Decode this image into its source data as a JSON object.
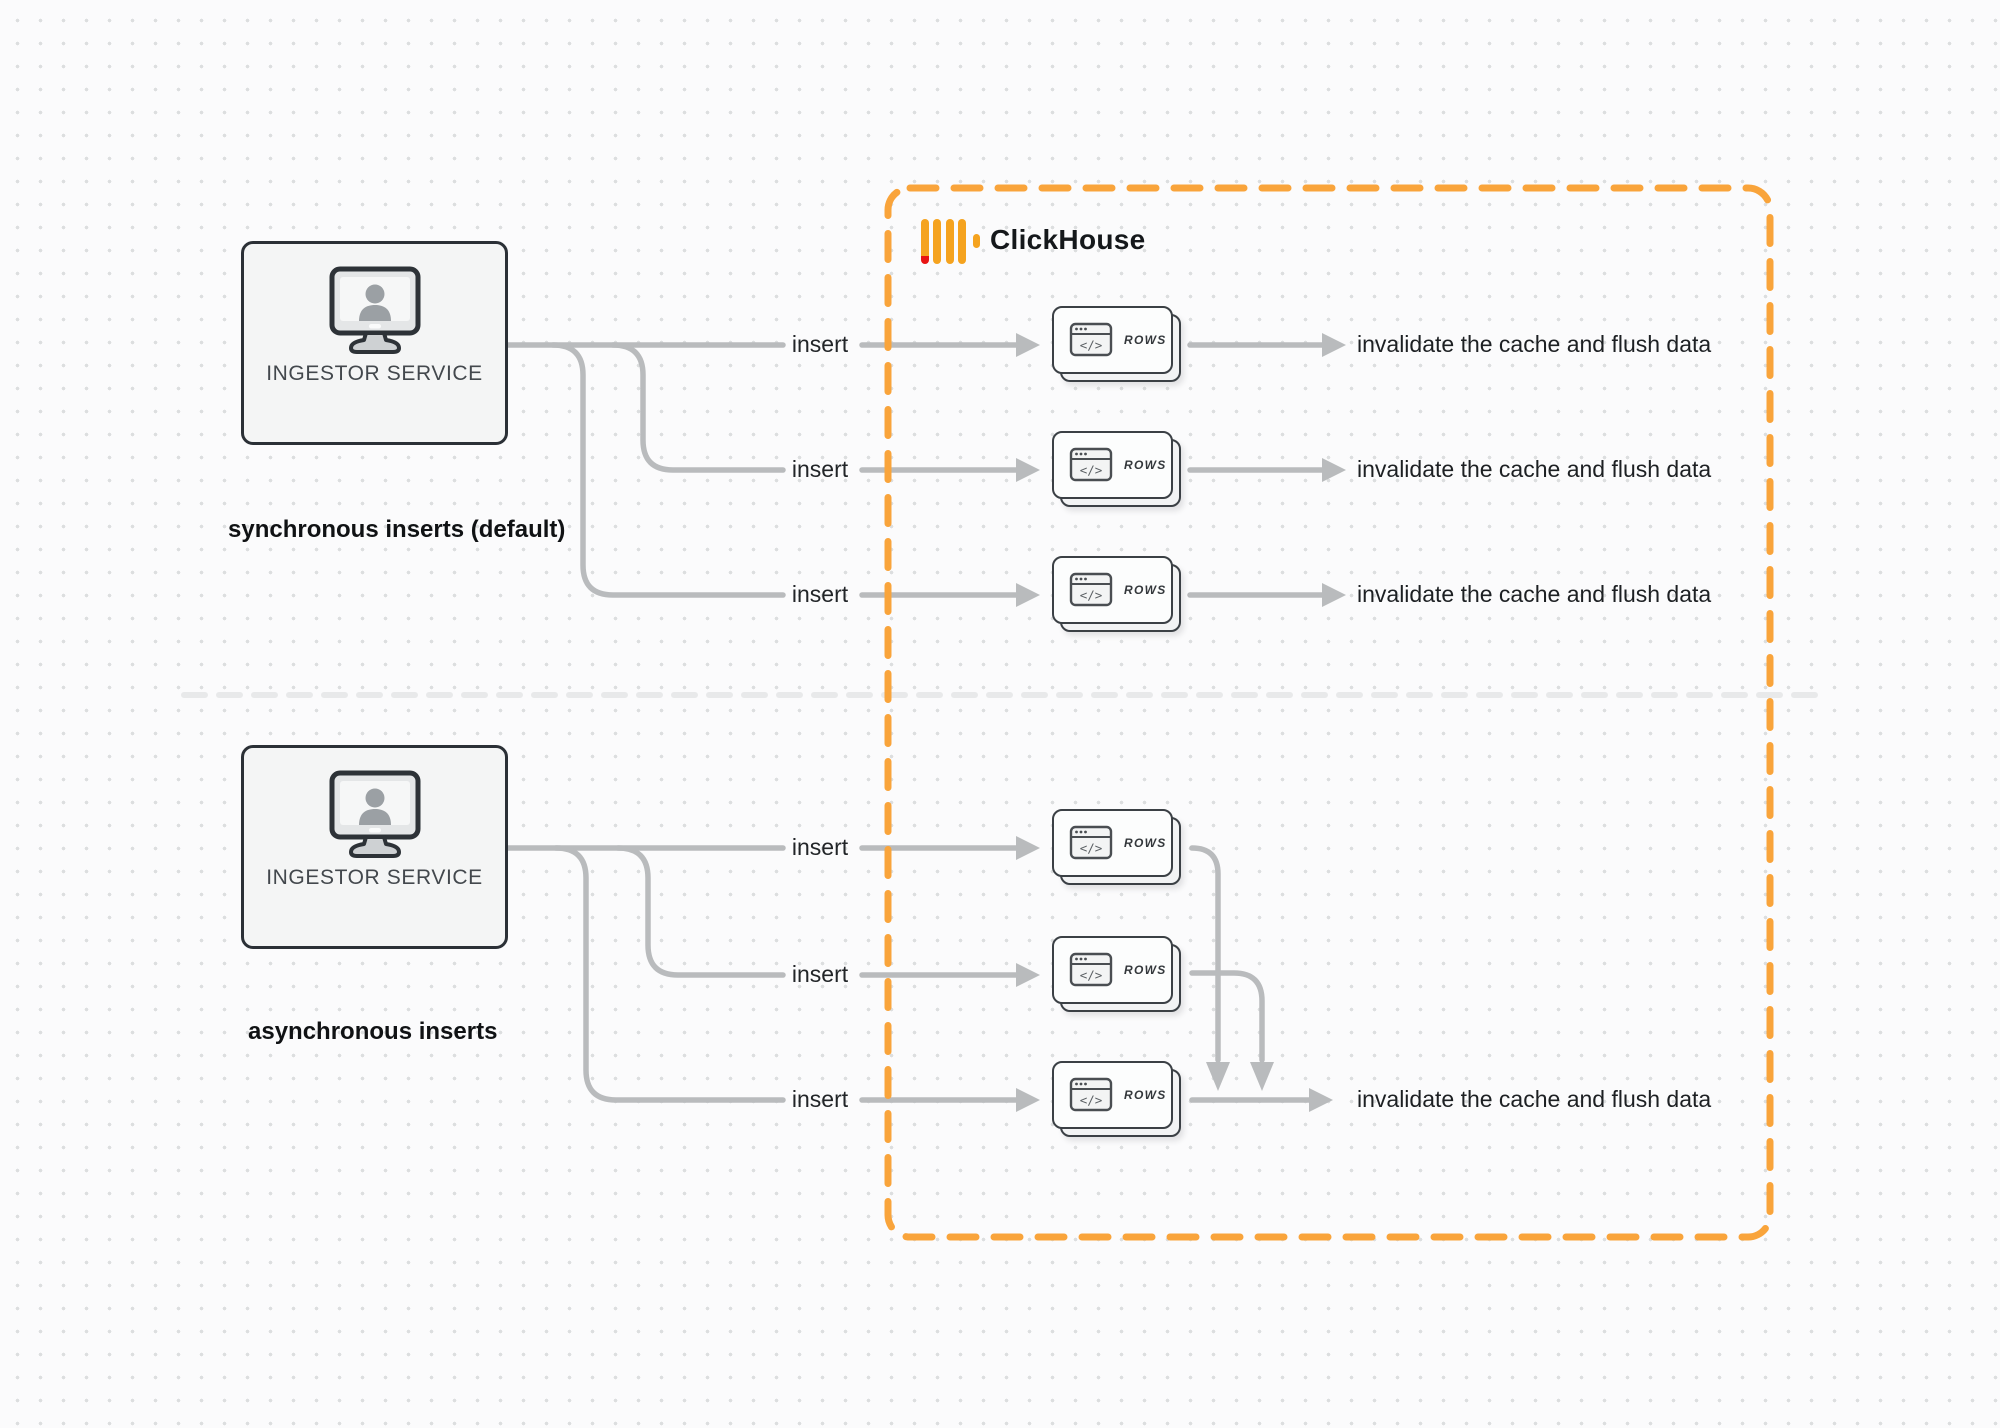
{
  "labels": {
    "clickhouse": "ClickHouse",
    "ingestor_service": "INGESTOR SERVICE",
    "sync_caption": "synchronous inserts (default)",
    "async_caption": "asynchronous inserts",
    "insert": "insert",
    "rows": "ROWS",
    "invalidate": "invalidate the cache and flush data",
    "code_glyph": "</>"
  },
  "colors": {
    "accent_orange": "#F9A43B",
    "logo_bar_yellow": "#F5A31F",
    "logo_accent_red": "#E81313",
    "connector_gray": "#B9BBBD",
    "divider_gray": "#E8E9EA",
    "dark_border": "#2B3036",
    "text_dark": "#1D2023"
  }
}
